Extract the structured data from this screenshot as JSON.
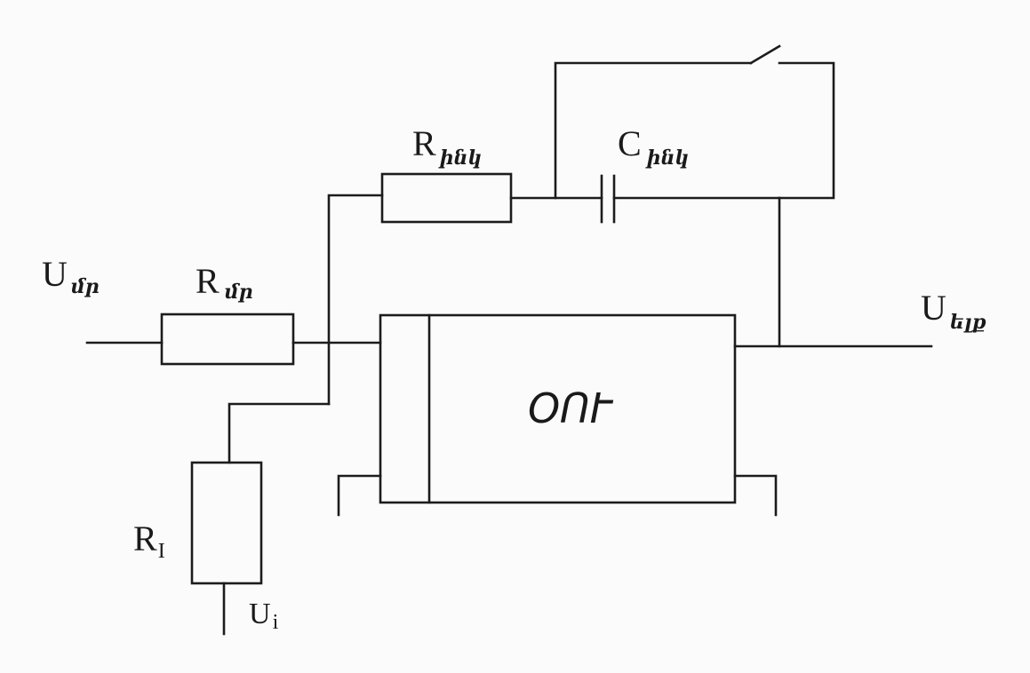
{
  "labels": {
    "u_in": {
      "main": "U",
      "sub": "մր"
    },
    "r_in": {
      "main": "R",
      "sub": "մր"
    },
    "r_int": {
      "main": "R",
      "sub": "ինկ"
    },
    "c_int": {
      "main": "C",
      "sub": "ինկ"
    },
    "u_out": {
      "main": "U",
      "sub": "ելք"
    },
    "r_i": {
      "main": "R",
      "sub": "I"
    },
    "u_i": {
      "main": "U",
      "sub": "i"
    },
    "opamp": "ՕՈՒ"
  }
}
